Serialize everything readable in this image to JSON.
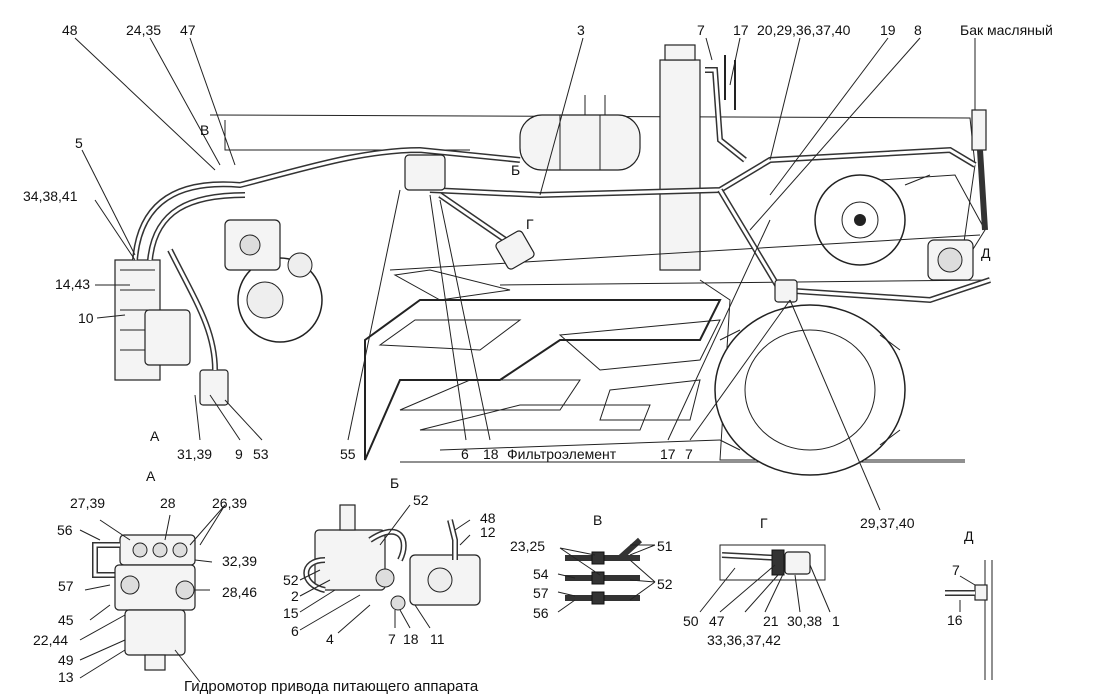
{
  "labels": {
    "n48_top": "48",
    "n24_35": "24,35",
    "n47_top": "47",
    "n3": "3",
    "n7_top": "7",
    "n17_top": "17",
    "n20_list": "20,29,36,37,40",
    "n19": "19",
    "n8": "8",
    "tank": "Бак масляный",
    "n5": "5",
    "v_top": "В",
    "n34_list": "34,38,41",
    "b_mid": "Б",
    "g_mid": "Г",
    "d_mid": "Д",
    "n14_43": "14,43",
    "n10": "10",
    "a_mark": "А",
    "n31_39": "31,39",
    "n9": "9",
    "n53": "53",
    "n55": "55",
    "n6_bot": "6",
    "n18_bot": "18",
    "filter": "Фильтроэлемент",
    "n17_bot": "17",
    "n7_bot": "7",
    "n29_list": "29,37,40",
    "view_a": "А",
    "view_b": "Б",
    "view_v": "В",
    "view_g": "Г",
    "view_d": "Д",
    "a_27_39": "27,39",
    "a_28": "28",
    "a_26_39": "26,39",
    "a_56": "56",
    "a_32_39": "32,39",
    "a_57": "57",
    "a_28_46": "28,46",
    "a_45": "45",
    "a_22_44": "22,44",
    "a_49": "49",
    "a_13": "13",
    "b_52_top": "52",
    "b_48": "48",
    "b_12": "12",
    "b_52_left": "52",
    "b_2": "2",
    "b_15": "15",
    "b_6": "6",
    "b_4": "4",
    "b_7": "7",
    "b_18": "18",
    "b_11": "11",
    "v_23_25": "23,25",
    "v_51": "51",
    "v_54": "54",
    "v_52": "52",
    "v_57": "57",
    "v_56": "56",
    "g_50": "50",
    "g_47": "47",
    "g_21": "21",
    "g_30_38": "30,38",
    "g_1": "1",
    "g_33_list": "33,36,37,42",
    "d_7": "7",
    "d_16": "16",
    "caption": "Гидромотор привода питающего аппарата"
  }
}
